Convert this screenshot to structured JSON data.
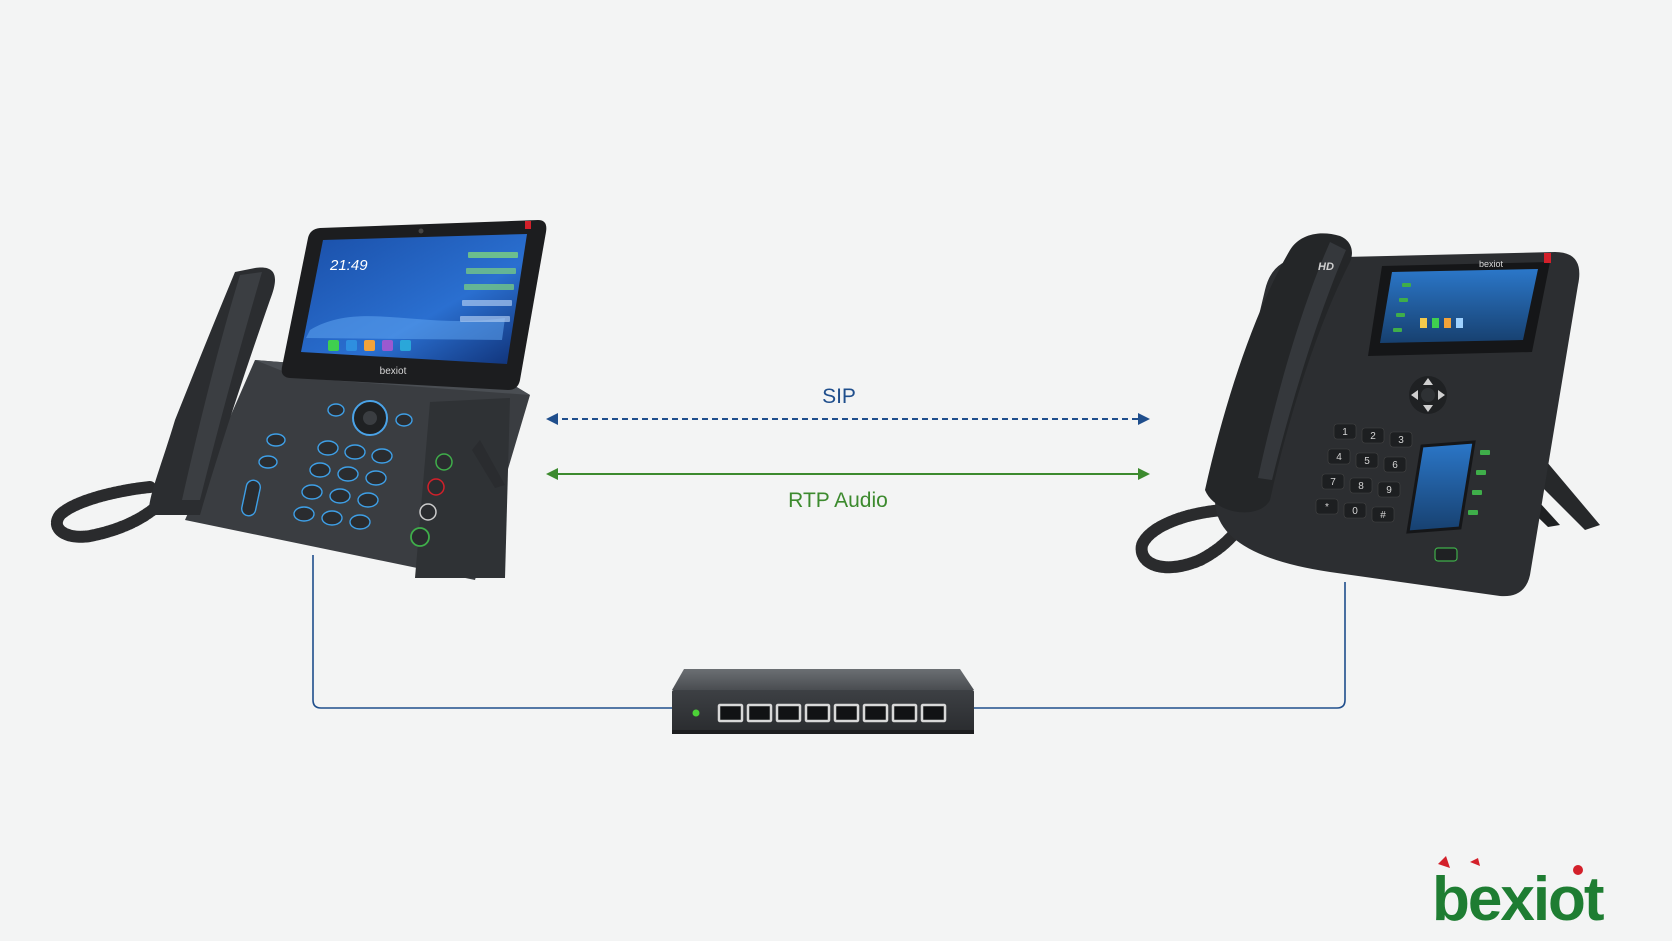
{
  "diagram": {
    "sip_label": "SIP",
    "rtp_label": "RTP Audio"
  },
  "left_phone": {
    "screen_time": "21:49",
    "brand": "bexiot"
  },
  "right_phone": {
    "brand": "bexiot",
    "hd_mark": "HD",
    "keypad": [
      "1",
      "2",
      "3",
      "4",
      "5",
      "6",
      "7",
      "8",
      "9",
      "*",
      "0",
      "#"
    ]
  },
  "logo": {
    "text": "bexiot"
  },
  "colors": {
    "background": "#f3f4f4",
    "sip": "#1f4e8c",
    "rtp": "#3c8a2e",
    "cable": "#1f4e8c",
    "logo_green": "#1e7d32",
    "logo_red": "#d3202a",
    "device_dark": "#2e3033"
  }
}
